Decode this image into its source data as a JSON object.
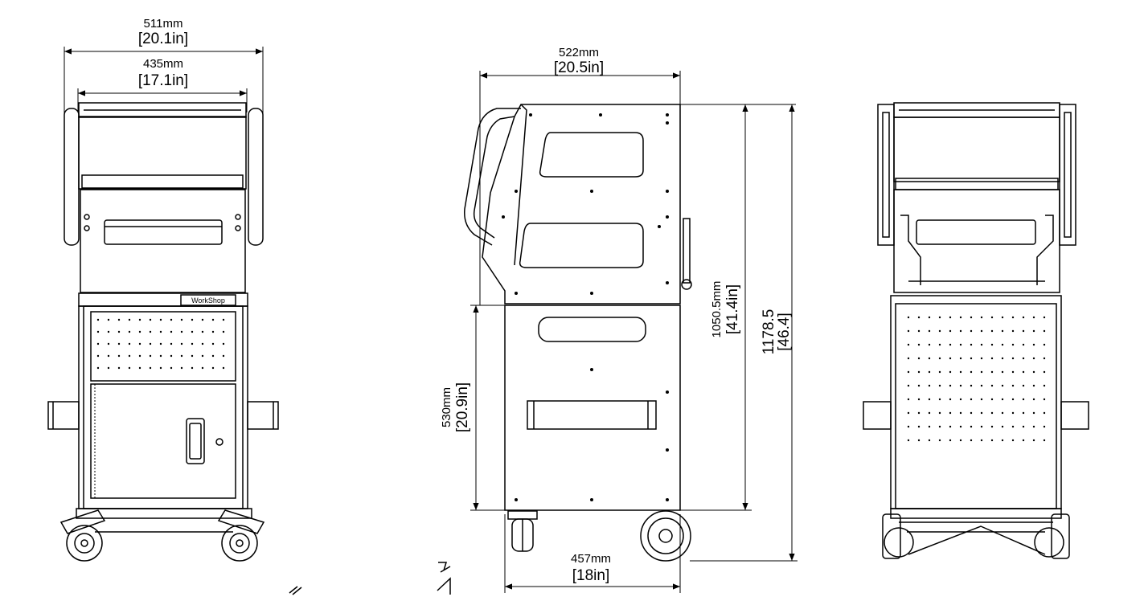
{
  "dimensions": {
    "front_overall": {
      "mm": "511mm",
      "in": "20.1in"
    },
    "front_inner": {
      "mm": "435mm",
      "in": "17.1in"
    },
    "side_top_width": {
      "mm": "522mm",
      "in": "20.5in"
    },
    "side_base_width": {
      "mm": "457mm",
      "in": "18in"
    },
    "side_lower_height": {
      "mm": "530mm",
      "in": "20.9in"
    },
    "side_body_height": {
      "mm": "1050.5mm",
      "in": "41.4in"
    },
    "overall_height": {
      "mm": "1178.5",
      "in": "46.4"
    }
  },
  "brand_plate": "WorkShop"
}
